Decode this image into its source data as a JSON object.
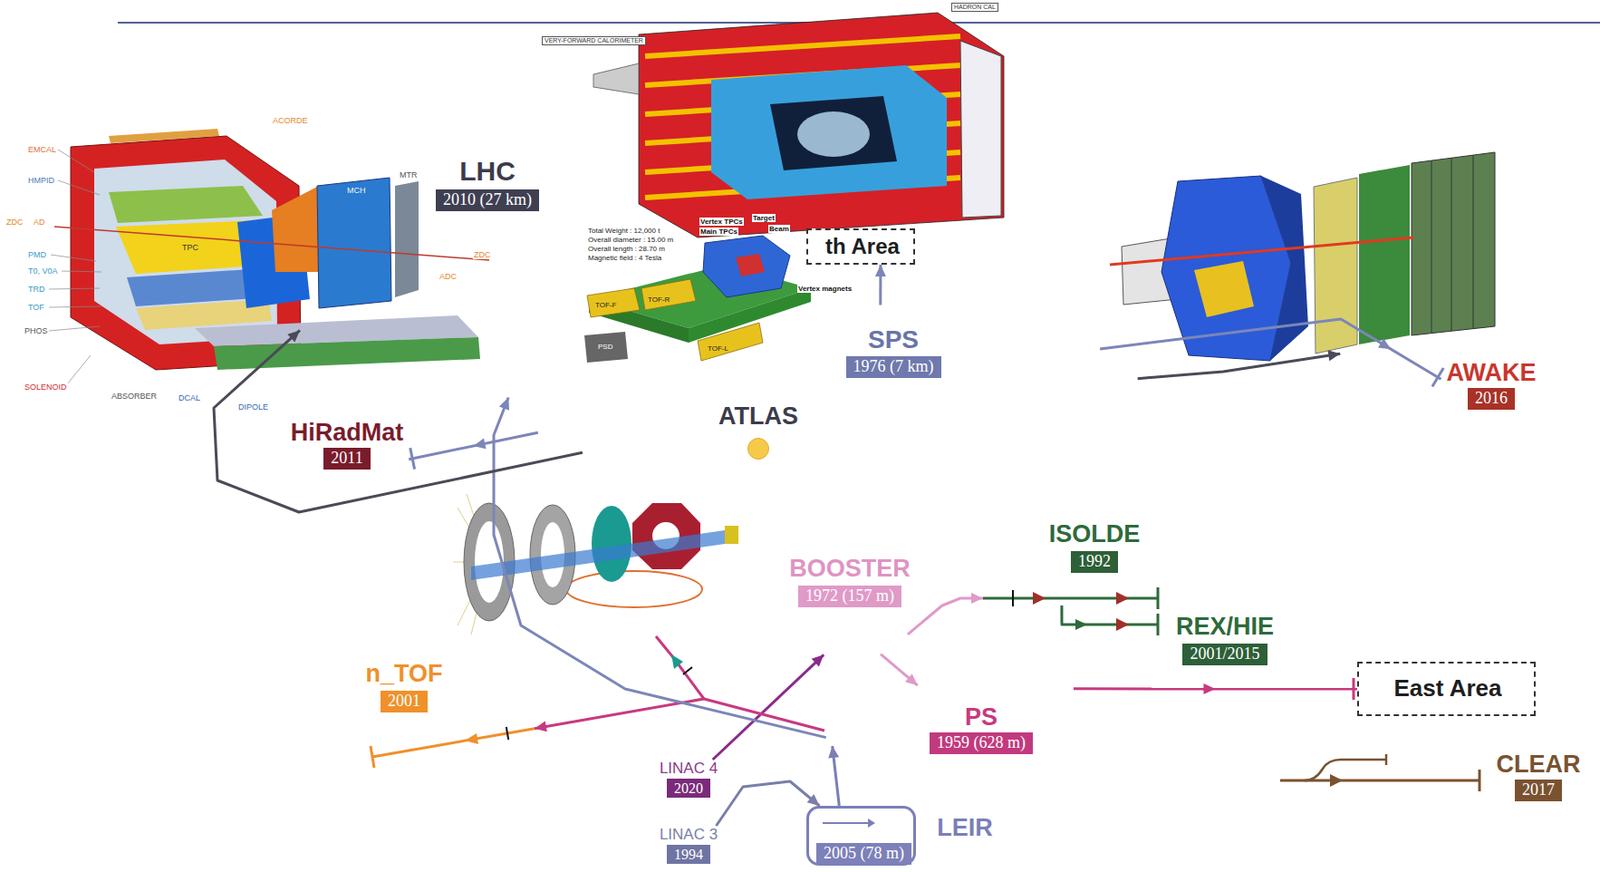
{
  "diagram": {
    "nodes": [
      {
        "text": [
          "LHC",
          "2010 (27 km)"
        ]
      },
      {
        "text": [
          "th Area"
        ],
        "in": 0
      },
      {
        "text": [
          "SPS",
          "1976 (7 km)"
        ]
      },
      {
        "text": [
          "AWAKE",
          "2016"
        ]
      },
      {
        "text": [
          "ATLAS"
        ],
        "in": 2
      },
      {
        "text": [
          "HiRadMat",
          "2011"
        ]
      },
      {
        "text": [
          "ISOLDE",
          "1992"
        ]
      },
      {
        "text": [
          "BOOSTER",
          "1972 (157 m)"
        ]
      },
      {
        "text": [
          "REX/HIE",
          "2001/2015"
        ]
      },
      {
        "text": [
          "East Area"
        ]
      },
      {
        "text": [
          "PS",
          "1959 (628 m)"
        ]
      },
      {
        "text": [
          "n_TOF",
          "2001"
        ]
      },
      {
        "text": [
          "CLEAR",
          "2017"
        ]
      },
      {
        "text": [
          "LINAC 4",
          "2020"
        ]
      },
      {
        "text": [
          "LEIR",
          "2005 (78 m)"
        ]
      },
      {
        "text": [
          "LINAC 3",
          "1994"
        ]
      }
    ],
    "edges": [
      {
        "from": 13,
        "to": 7,
        "arrow": "to"
      },
      {
        "from": 15,
        "to": 14,
        "arrow": "to"
      },
      {
        "from": 14,
        "to": 10,
        "arrow": "to"
      },
      {
        "from": 7,
        "to": 10,
        "arrow": "to"
      },
      {
        "from": 7,
        "to": 6,
        "arrow": "to"
      },
      {
        "from": 6,
        "to": 8,
        "arrow": "to"
      },
      {
        "from": 10,
        "to": 9,
        "arrow": "to"
      },
      {
        "from": 10,
        "to": 11,
        "arrow": "to"
      },
      {
        "from": 10,
        "to": 2,
        "arrow": "to"
      },
      {
        "from": 2,
        "to": 1,
        "arrow": "to"
      },
      {
        "from": 2,
        "to": 5,
        "arrow": "to"
      },
      {
        "from": 2,
        "to": 0,
        "arrow": "to"
      },
      {
        "from": 2,
        "to": 0,
        "arrow": "to"
      },
      {
        "from": 2,
        "to": 3,
        "arrow": "to"
      }
    ],
    "labels": [
      "VERY-FORWARD CALORIMETER",
      "HADRON CAL",
      "ACORDE",
      "EMCAL",
      "HMPID",
      "ZDC",
      "AD",
      "PMD",
      "T0, V0A",
      "TRD",
      "TOF",
      "PHOS",
      "SOLENOID",
      "ABSORBER",
      "DCAL",
      "DIPOLE",
      "TPC",
      "MCH",
      "MTR",
      "ADC",
      "ZDC",
      "Total Weight : 12,000 t",
      "Overall diameter : 15.00 m",
      "Overall length : 28.70 m",
      "Magnetic field : 4 Tesla",
      "Vertex TPCs",
      "Main TPCs",
      "Target",
      "Beam",
      "Vertex magnets",
      "TOF-F",
      "TOF-R",
      "TOF-L",
      "PSD"
    ]
  }
}
